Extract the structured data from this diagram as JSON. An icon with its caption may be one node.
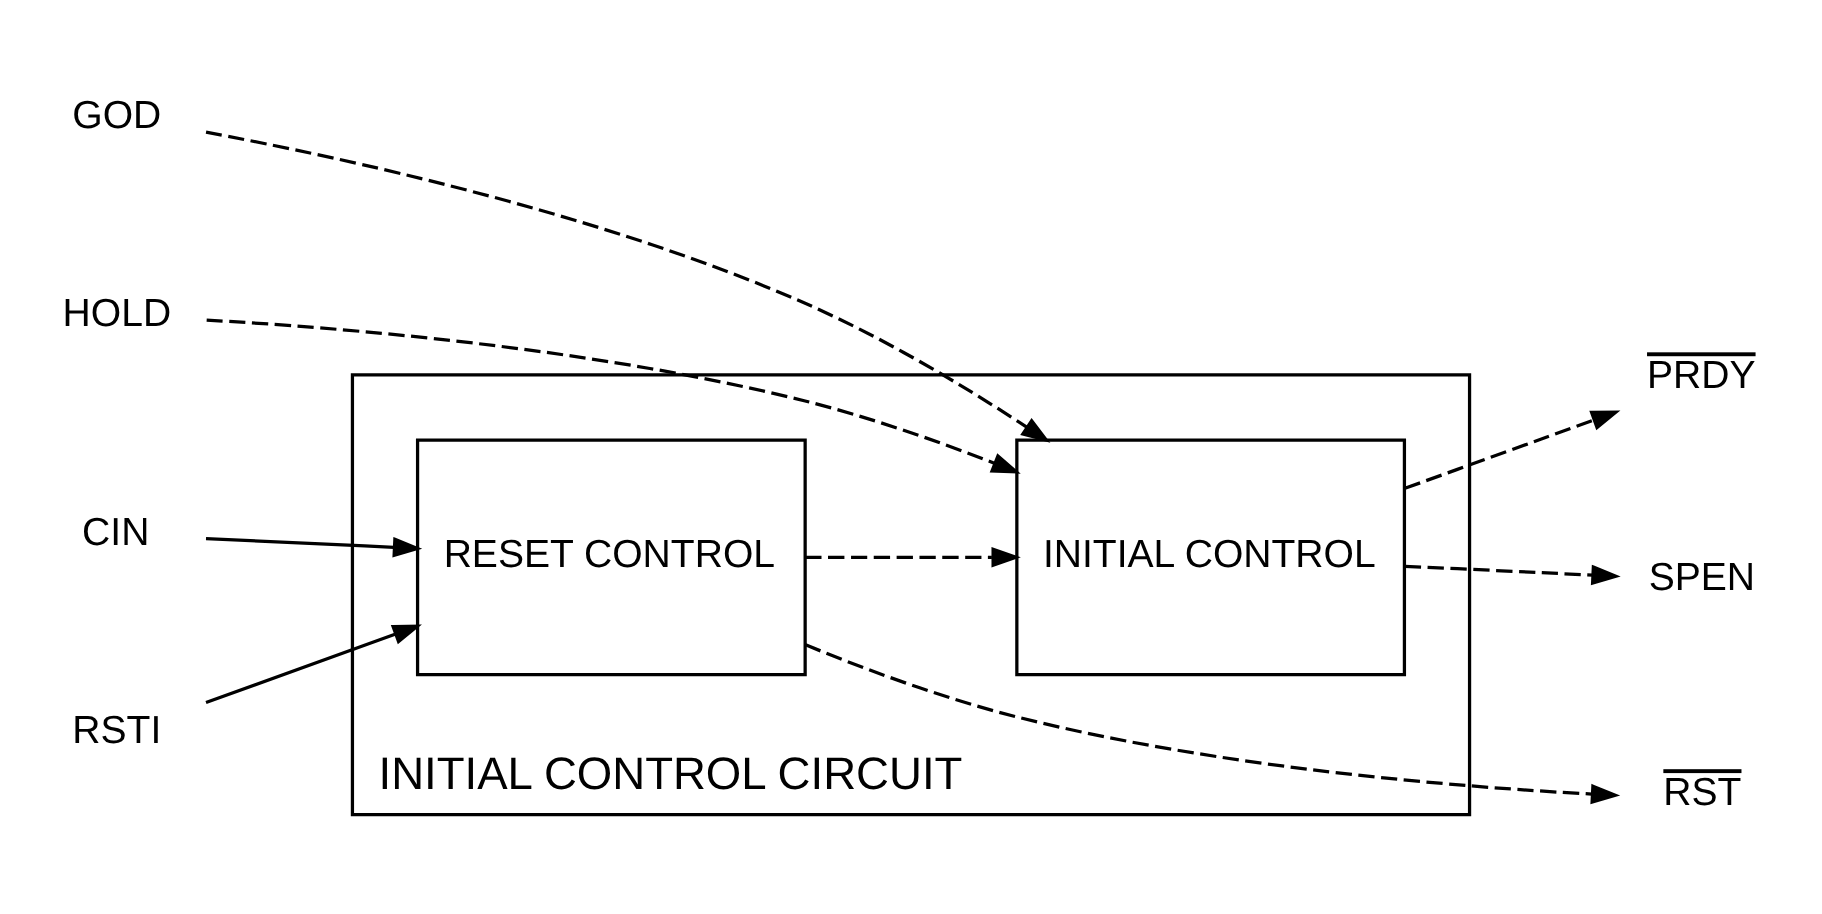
{
  "diagram": {
    "nodes": [
      {
        "text": [
          "INITIAL CONTROL CIRCUIT"
        ]
      },
      {
        "text": [
          "CIN"
        ]
      },
      {
        "text": [
          "RSTI"
        ]
      },
      {
        "text": [
          "RESET CONTROL"
        ],
        "in": 0
      },
      {
        "text": [
          "RST"
        ]
      },
      {
        "text": [
          "GOD"
        ]
      },
      {
        "text": [
          "HOLD"
        ]
      },
      {
        "text": [
          "INITIAL CONTROL"
        ],
        "in": 0
      },
      {
        "text": [
          "PRDY"
        ]
      },
      {
        "text": [
          "SPEN"
        ]
      }
    ],
    "edges": [
      {
        "from": 1,
        "to": 3,
        "arrow": "to"
      },
      {
        "from": 2,
        "to": 3,
        "arrow": "to"
      },
      {
        "from": 3,
        "to": 4,
        "arrow": "to",
        "style": "dashed"
      },
      {
        "from": 3,
        "to": 7,
        "arrow": "to",
        "style": "dashed"
      },
      {
        "from": 5,
        "to": 7,
        "arrow": "to",
        "style": "dashed"
      },
      {
        "from": 6,
        "to": 7,
        "arrow": "to",
        "style": "dashed"
      },
      {
        "from": 7,
        "to": 8,
        "arrow": "to",
        "style": "dashed"
      },
      {
        "from": 7,
        "to": 9,
        "arrow": "to",
        "style": "dashed"
      }
    ]
  }
}
